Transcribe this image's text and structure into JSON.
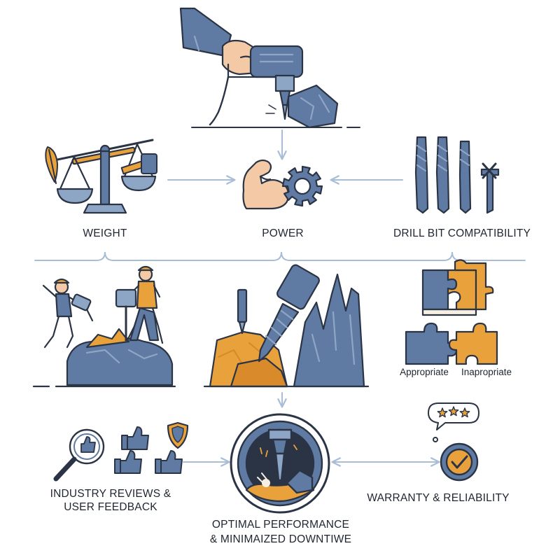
{
  "labels": {
    "weight": "WEIGHT",
    "power": "POWER",
    "drill_bit_compatibility": "DRILL BIT COMPATIBILITY",
    "appropriate": "Appropriate",
    "inappropriate": "Inapropriate",
    "reviews_line1": "INDUSTRY REVIEWS &",
    "reviews_line2": "USER FEEDBACK",
    "warranty": "WARRANTY & RELIABILITY",
    "optimal_line1": "OPTIMAL PERFORMANCE",
    "optimal_line2": "& MINIMAIZED DOWNTIWE"
  },
  "colors": {
    "navy": "#2b3445",
    "steel": "#5f7ba3",
    "steel_light": "#8ea6c6",
    "orange": "#e9a23b",
    "orange_dark": "#d98a2a",
    "skin": "#f3c9a6",
    "connector": "#a9bdd6",
    "cream": "#f6efe2"
  },
  "icons": [
    "hand-drill-icon",
    "balance-scale-icon",
    "feather-icon",
    "hammer-icon",
    "flexed-arm-icon",
    "gear-icon",
    "drill-bits-icon",
    "workers-icon",
    "rock-icon",
    "puzzle-icon",
    "magnifier-icon",
    "thumbs-up-icon",
    "shield-icon",
    "stars-bubble-icon",
    "checkmark-badge-icon"
  ]
}
